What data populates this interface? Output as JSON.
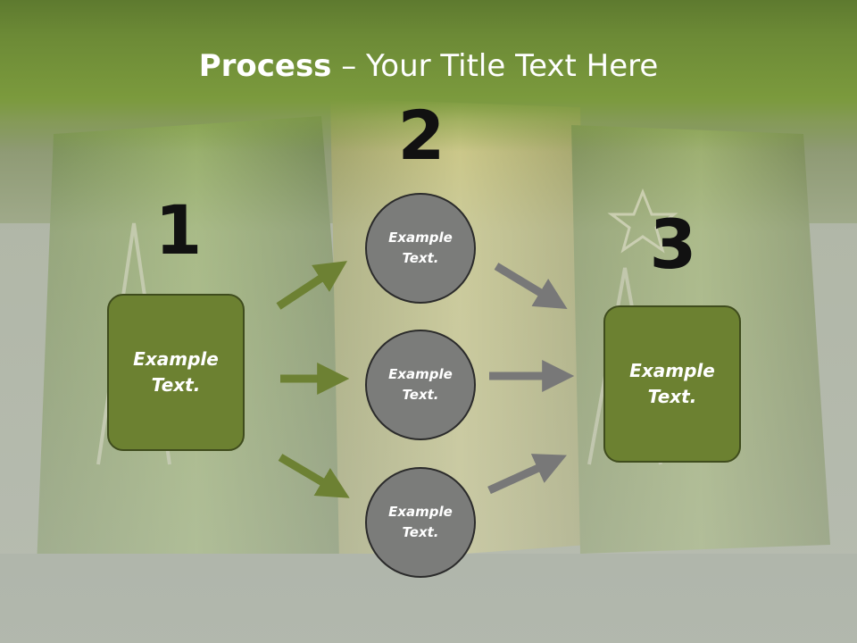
{
  "title": {
    "bold": "Process",
    "rest": " – Your Title Text Here"
  },
  "numbers": [
    "1",
    "2",
    "3"
  ],
  "left_box": {
    "text": "Example\nText."
  },
  "right_box": {
    "text": "Example\nText."
  },
  "circles": [
    {
      "text": "Example\nText."
    },
    {
      "text": "Example\nText."
    },
    {
      "text": "Example\nText."
    }
  ],
  "colors": {
    "title_bar": "#6c8a36",
    "box_fill": "#6c8131",
    "circle_fill": "#7b7c7a",
    "arrow_green": "#6d8133",
    "arrow_gray": "#787878"
  }
}
